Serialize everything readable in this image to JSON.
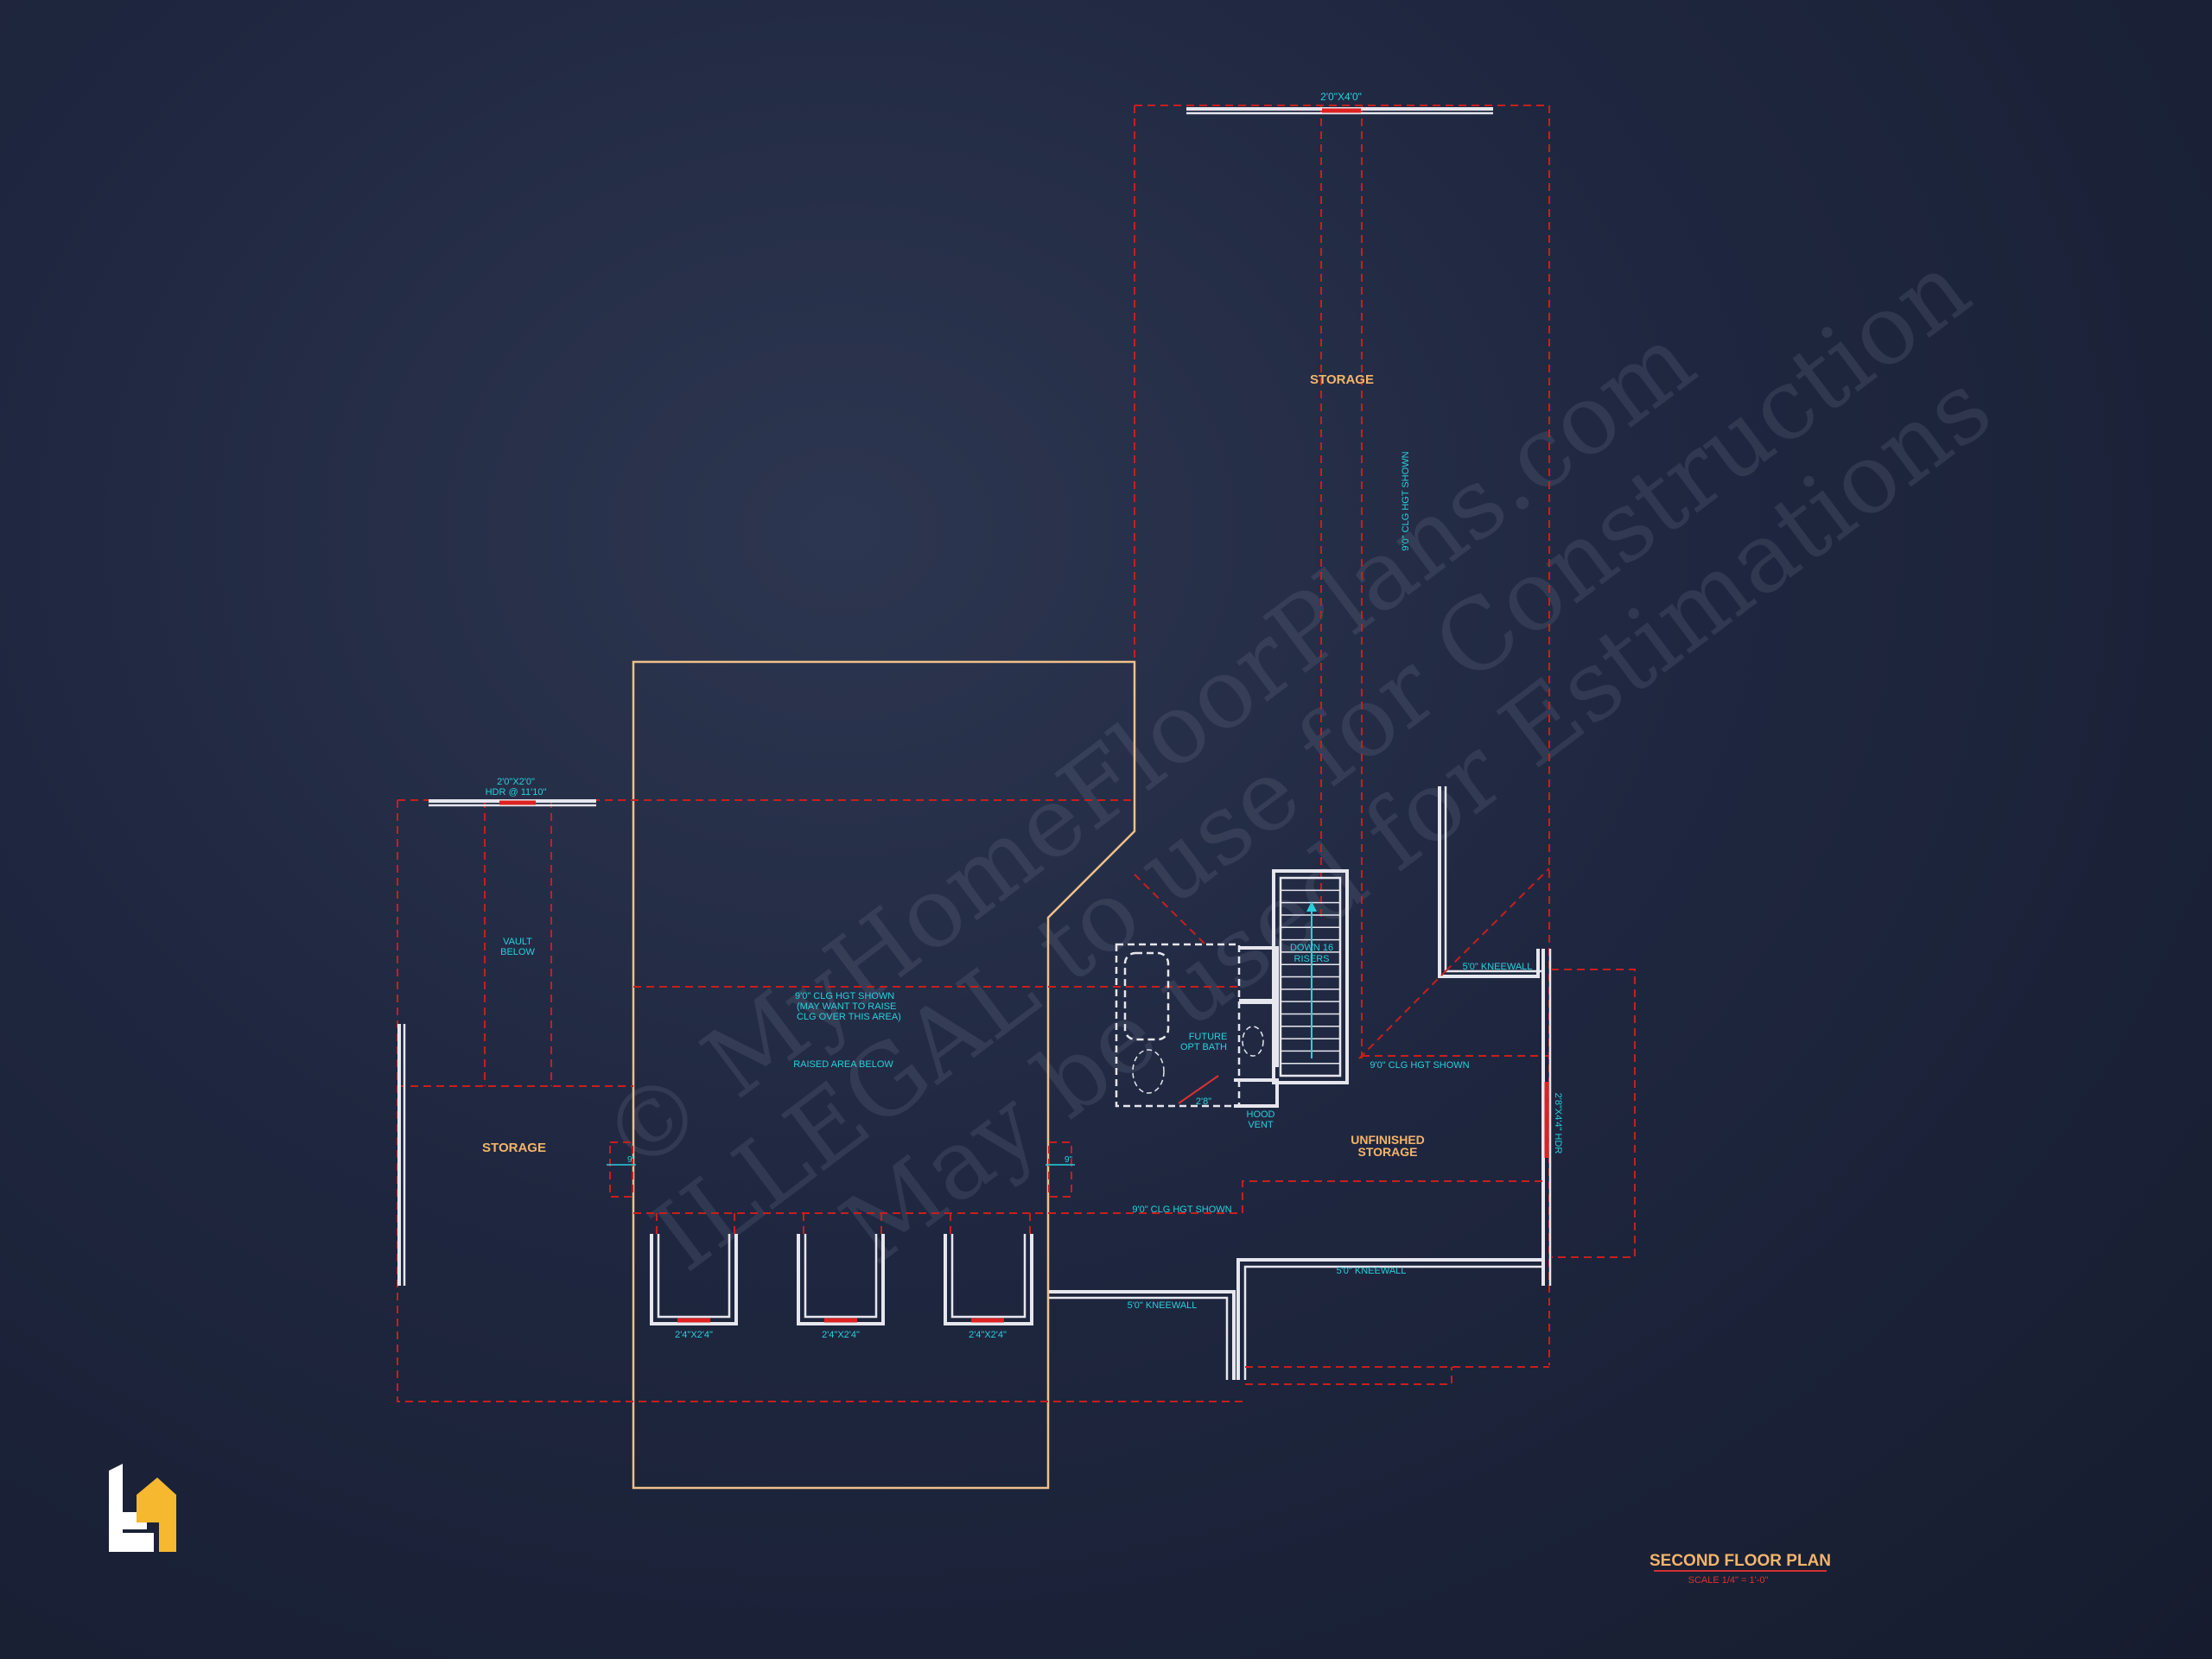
{
  "watermark": {
    "line1": "© MyHomeFloorPlans.com",
    "line2": "ILLEGAL to use for Construction",
    "line3": "May be used for Estimations"
  },
  "labels": {
    "window_top": "2'0\"X4'0\"",
    "storage_top": "STORAGE",
    "ceiling_right_vertical": "9'0\" CLG HGT SHOWN",
    "window_left_size": "2'0\"X2'0\"",
    "window_left_hdr": "HDR @ 11'10\"",
    "vault_line1": "VAULT",
    "vault_line2": "BELOW",
    "storage_left": "STORAGE",
    "ceiling_center_line1": "9'0\" CLG HGT SHOWN",
    "ceiling_center_line2": "(MAY WANT TO RAISE",
    "ceiling_center_line3": "CLG OVER THIS AREA)",
    "raised_area": "RAISED AREA BELOW",
    "down_line1": "DOWN 16",
    "down_line2": "RISERS",
    "future_line1": "FUTURE",
    "future_line2": "OPT BATH",
    "door_width": "2'8\"",
    "hood_line1": "HOOD",
    "hood_line2": "VENT",
    "ceiling_right_horizontal": "9'0\" CLG HGT SHOWN",
    "kneewall_right_top": "5'0\" KNEEWALL",
    "window_right_vertical": "2'8\"X4'4\" HDR",
    "unfinished_line1": "UNFINISHED",
    "unfinished_line2": "STORAGE",
    "ceiling_lower": "9'0\" CLG HGT SHOWN",
    "kneewall_lower_right": "5'0\" KNEEWALL",
    "kneewall_lower_left": "5'0\" KNEEWALL",
    "dormer_1": "2'4\"X2'4\"",
    "dormer_2": "2'4\"X2'4\"",
    "dormer_3": "2'4\"X2'4\"",
    "step_left": "9\"",
    "step_right": "9\""
  },
  "title_block": {
    "title": "SECOND FLOOR PLAN",
    "scale": "SCALE 1/4\" = 1'-0\""
  },
  "colors": {
    "background": "#1f2740",
    "annotation": "#29d0dc",
    "room_label": "#f4b46a",
    "dashed_line": "#c81e1e",
    "wall": "#e6e6ee",
    "logo_white": "#ffffff",
    "logo_yellow": "#f5b82e"
  }
}
